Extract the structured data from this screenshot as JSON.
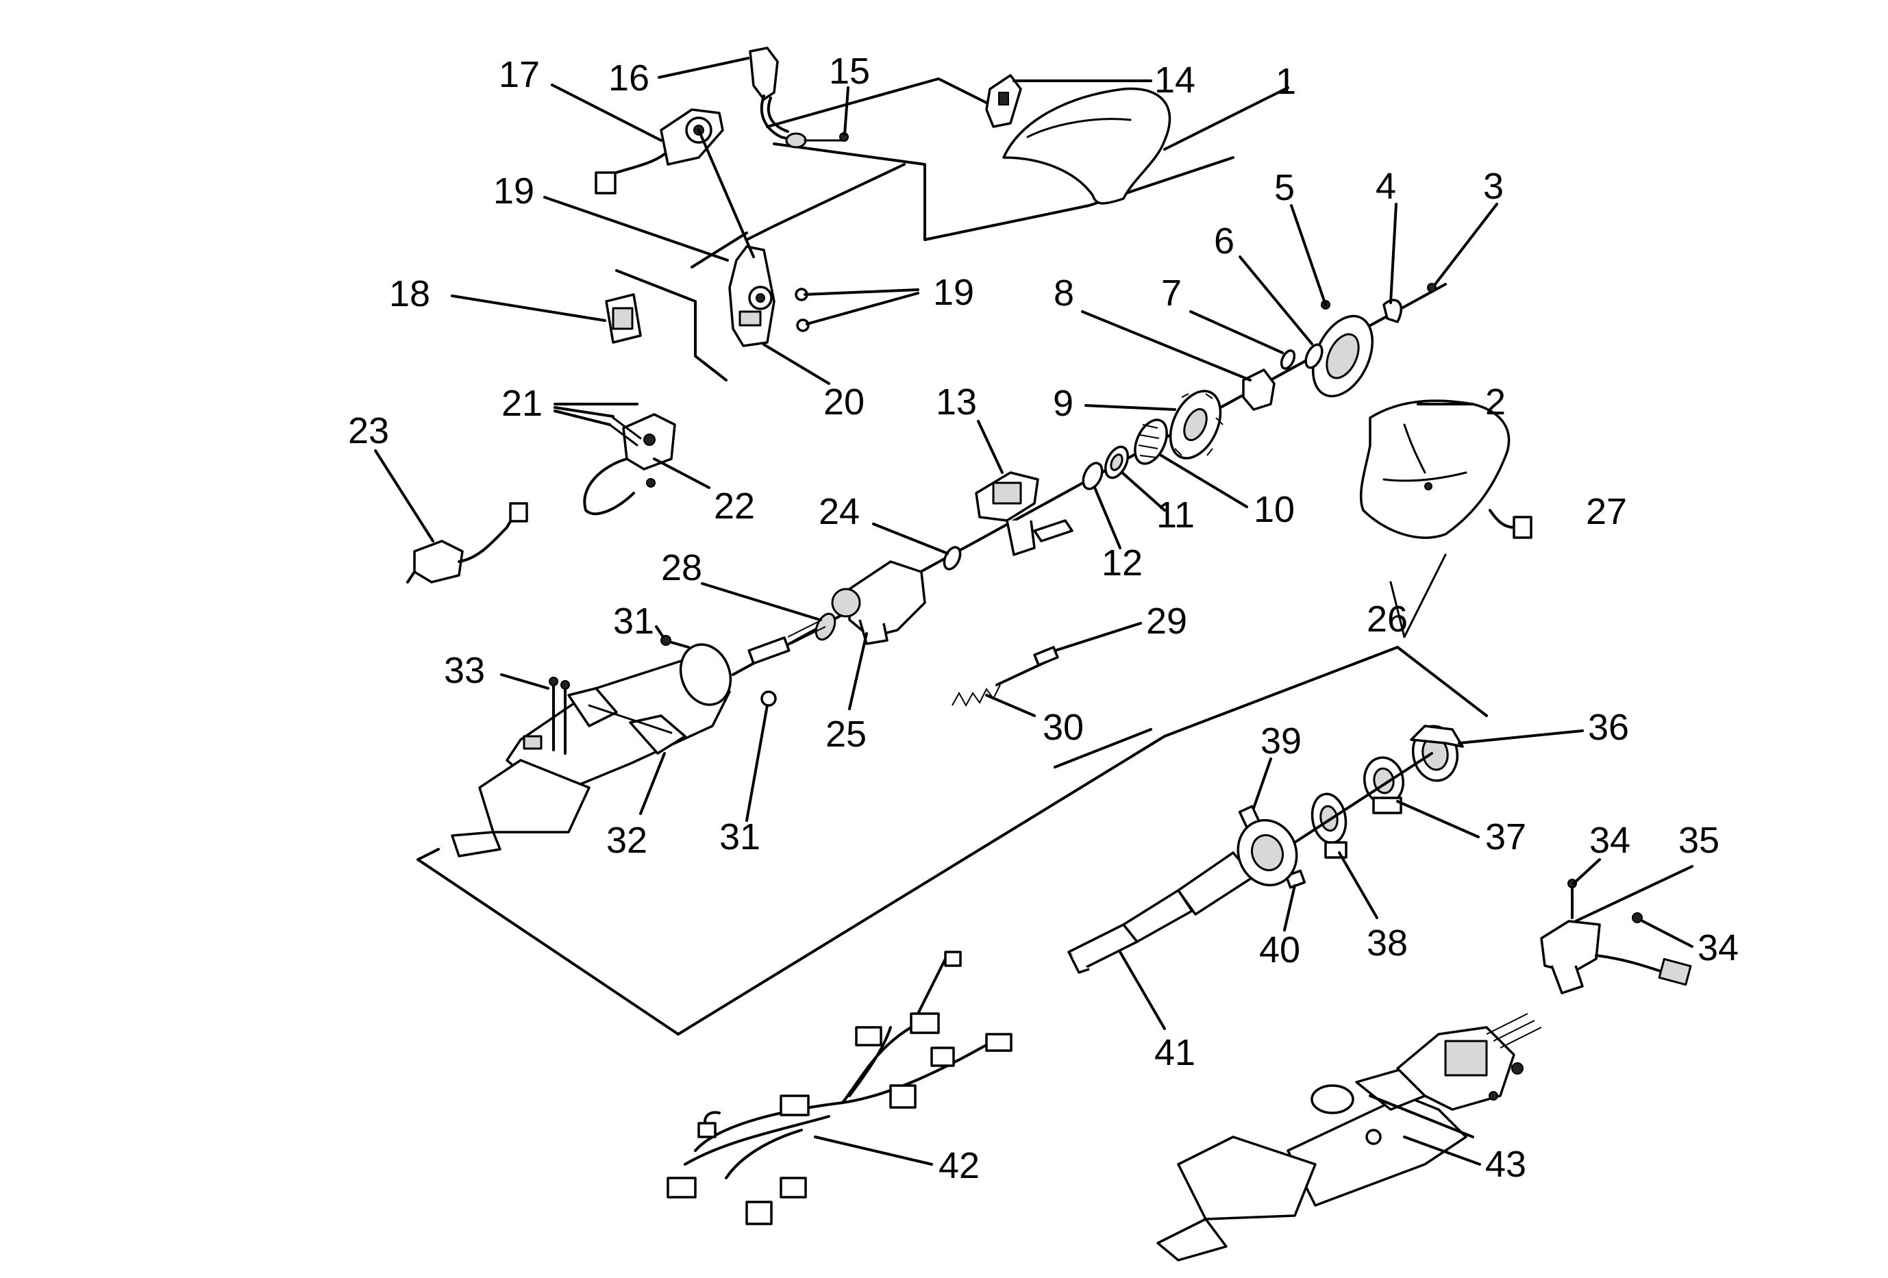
{
  "callouts": [
    {
      "id": "1",
      "label": "1"
    },
    {
      "id": "2",
      "label": "2"
    },
    {
      "id": "3",
      "label": "3"
    },
    {
      "id": "4",
      "label": "4"
    },
    {
      "id": "5",
      "label": "5"
    },
    {
      "id": "6",
      "label": "6"
    },
    {
      "id": "7",
      "label": "7"
    },
    {
      "id": "8",
      "label": "8"
    },
    {
      "id": "9",
      "label": "9"
    },
    {
      "id": "10",
      "label": "10"
    },
    {
      "id": "11",
      "label": "11"
    },
    {
      "id": "12",
      "label": "12"
    },
    {
      "id": "13",
      "label": "13"
    },
    {
      "id": "14",
      "label": "14"
    },
    {
      "id": "15",
      "label": "15"
    },
    {
      "id": "16",
      "label": "16"
    },
    {
      "id": "17",
      "label": "17"
    },
    {
      "id": "18",
      "label": "18"
    },
    {
      "id": "19a",
      "label": "19"
    },
    {
      "id": "19b",
      "label": "19"
    },
    {
      "id": "20",
      "label": "20"
    },
    {
      "id": "21",
      "label": "21"
    },
    {
      "id": "22",
      "label": "22"
    },
    {
      "id": "23",
      "label": "23"
    },
    {
      "id": "24",
      "label": "24"
    },
    {
      "id": "25",
      "label": "25"
    },
    {
      "id": "26",
      "label": "26"
    },
    {
      "id": "27",
      "label": "27"
    },
    {
      "id": "28",
      "label": "28"
    },
    {
      "id": "29",
      "label": "29"
    },
    {
      "id": "30",
      "label": "30"
    },
    {
      "id": "31a",
      "label": "31"
    },
    {
      "id": "31b",
      "label": "31"
    },
    {
      "id": "32",
      "label": "32"
    },
    {
      "id": "33",
      "label": "33"
    },
    {
      "id": "34a",
      "label": "34"
    },
    {
      "id": "34b",
      "label": "34"
    },
    {
      "id": "35",
      "label": "35"
    },
    {
      "id": "36",
      "label": "36"
    },
    {
      "id": "37",
      "label": "37"
    },
    {
      "id": "38",
      "label": "38"
    },
    {
      "id": "39",
      "label": "39"
    },
    {
      "id": "40",
      "label": "40"
    },
    {
      "id": "41",
      "label": "41"
    },
    {
      "id": "42",
      "label": "42"
    },
    {
      "id": "43",
      "label": "43"
    }
  ],
  "colors": {
    "ink": "#000000",
    "background": "#ffffff"
  }
}
